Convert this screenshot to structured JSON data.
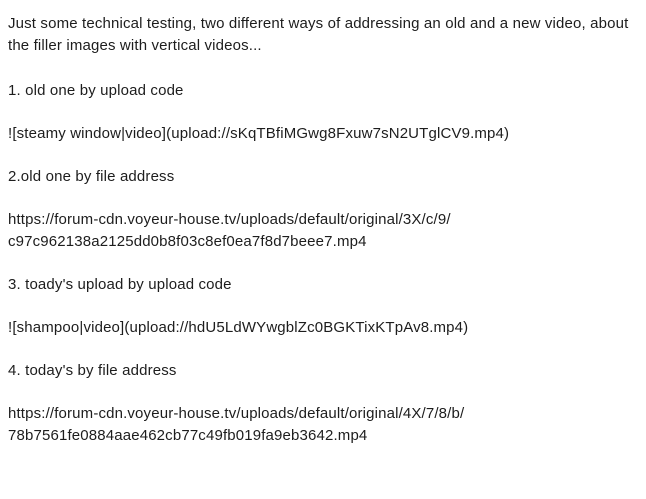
{
  "post": {
    "intro": "Just some technical testing, two different ways of addressing an old and a new video, about the filler images with vertical videos...",
    "items": [
      {
        "heading": "1. old one by upload code",
        "content": "![steamy window|video](upload://sKqTBfiMGwg8Fxuw7sN2UTglCV9.mp4)",
        "type": "upload-code"
      },
      {
        "heading": "2.old one by file address",
        "content_line_1": "https://forum-cdn.voyeur-house.tv/uploads/default/original/3X/c/9/",
        "content_line_2": "c97c962138a2125dd0b8f03c8ef0ea7f8d7beee7.mp4",
        "type": "file-address"
      },
      {
        "heading": "3. toady's upload by upload code",
        "content": "![shampoo|video](upload://hdU5LdWYwgblZc0BGKTixKTpAv8.mp4)",
        "type": "upload-code"
      },
      {
        "heading": "4. today's by file address",
        "content_line_1": "https://forum-cdn.voyeur-house.tv/uploads/default/original/4X/7/8/b/",
        "content_line_2": "78b7561fe0884aae462cb77c49fb019fa9eb3642.mp4",
        "type": "file-address"
      }
    ]
  },
  "colors": {
    "background": "#ffffff",
    "text": "#1d1d1d"
  }
}
